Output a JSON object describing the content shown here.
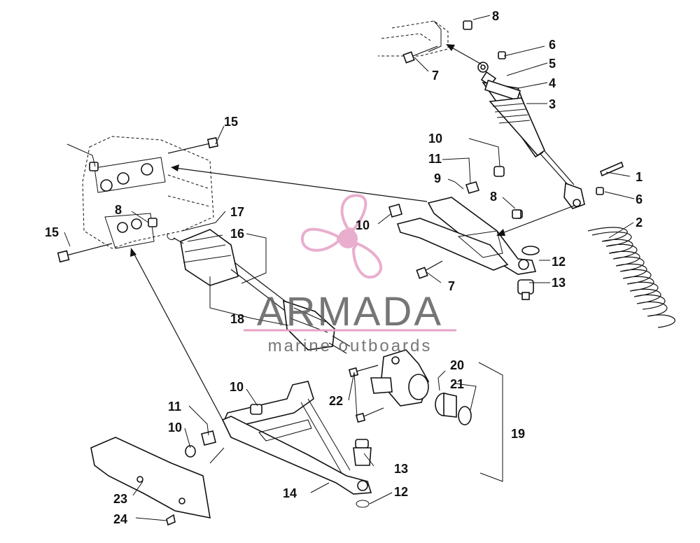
{
  "callouts": [
    {
      "id": "c1",
      "text": "1"
    },
    {
      "id": "c2",
      "text": "2"
    },
    {
      "id": "c3",
      "text": "3"
    },
    {
      "id": "c4",
      "text": "4"
    },
    {
      "id": "c5",
      "text": "5"
    },
    {
      "id": "c6a",
      "text": "6"
    },
    {
      "id": "c6b",
      "text": "6"
    },
    {
      "id": "c7a",
      "text": "7"
    },
    {
      "id": "c7b",
      "text": "7"
    },
    {
      "id": "c8a",
      "text": "8"
    },
    {
      "id": "c8b",
      "text": "8"
    },
    {
      "id": "c8c",
      "text": "8"
    },
    {
      "id": "c9",
      "text": "9"
    },
    {
      "id": "c10a",
      "text": "10"
    },
    {
      "id": "c10b",
      "text": "10"
    },
    {
      "id": "c10c",
      "text": "10"
    },
    {
      "id": "c10d",
      "text": "10"
    },
    {
      "id": "c11a",
      "text": "11"
    },
    {
      "id": "c11b",
      "text": "11"
    },
    {
      "id": "c12a",
      "text": "12"
    },
    {
      "id": "c12b",
      "text": "12"
    },
    {
      "id": "c13a",
      "text": "13"
    },
    {
      "id": "c13b",
      "text": "13"
    },
    {
      "id": "c14",
      "text": "14"
    },
    {
      "id": "c15a",
      "text": "15"
    },
    {
      "id": "c15b",
      "text": "15"
    },
    {
      "id": "c16",
      "text": "16"
    },
    {
      "id": "c17",
      "text": "17"
    },
    {
      "id": "c18",
      "text": "18"
    },
    {
      "id": "c19",
      "text": "19"
    },
    {
      "id": "c20",
      "text": "20"
    },
    {
      "id": "c21",
      "text": "21"
    },
    {
      "id": "c22",
      "text": "22"
    },
    {
      "id": "c23",
      "text": "23"
    },
    {
      "id": "c24",
      "text": "24"
    }
  ],
  "watermark": {
    "title": "ARMADA",
    "subtitle": "marine outboards",
    "logo_icon": "propeller-logo-icon",
    "logo_color": "#e6a1c6",
    "text_color": "#5f5f5f"
  }
}
